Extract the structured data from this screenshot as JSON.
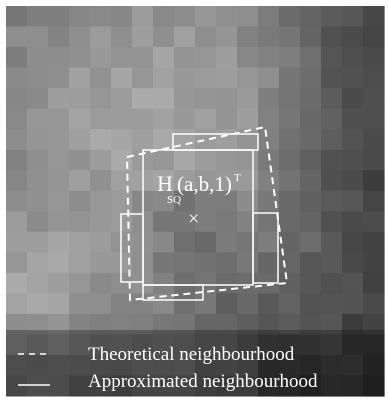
{
  "annotation": {
    "symbol": "H",
    "subscript": "SQ",
    "arguments": "(a,b,1)",
    "superscript": "T",
    "center_marker": "×"
  },
  "legend": {
    "items": [
      {
        "line_style": "dashed",
        "label": "Theoretical neighbourhood"
      },
      {
        "line_style": "solid",
        "label": "Approximated neighbourhood"
      }
    ]
  },
  "colors": {
    "overlay": "#ffffff",
    "background_dark": "#2e2e2e",
    "background_light": "#a3a3a3"
  }
}
